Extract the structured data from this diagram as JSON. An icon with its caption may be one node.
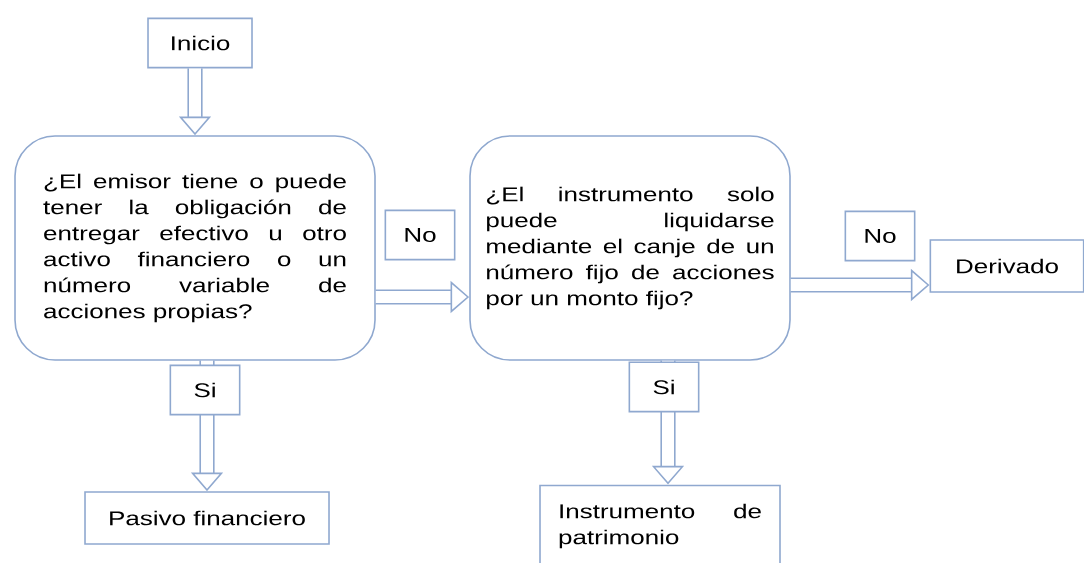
{
  "diagram": {
    "nodes": [
      {
        "text": [
          "Inicio"
        ]
      },
      {
        "text": [
          "¿El emisor tiene o puede tener la obligación de entregar efectivo u otro activo financiero o un número variable de acciones propias?"
        ]
      },
      {
        "text": [
          "¿El instrumento solo puede liquidarse mediante el canje de un número fijo de acciones por un monto fijo?"
        ]
      },
      {
        "text": [
          "Pasivo financiero"
        ]
      },
      {
        "text": [
          "Instrumento de patrimonio"
        ]
      },
      {
        "text": [
          "Derivado"
        ]
      }
    ],
    "edges": [
      {
        "from": 0,
        "to": 1,
        "arrow": "to"
      },
      {
        "from": 1,
        "to": 2,
        "arrow": "to",
        "label": "No"
      },
      {
        "from": 1,
        "to": 3,
        "arrow": "to",
        "label": "Si"
      },
      {
        "from": 2,
        "to": 5,
        "arrow": "to",
        "label": "No"
      },
      {
        "from": 2,
        "to": 4,
        "arrow": "to",
        "label": "Si"
      }
    ]
  }
}
